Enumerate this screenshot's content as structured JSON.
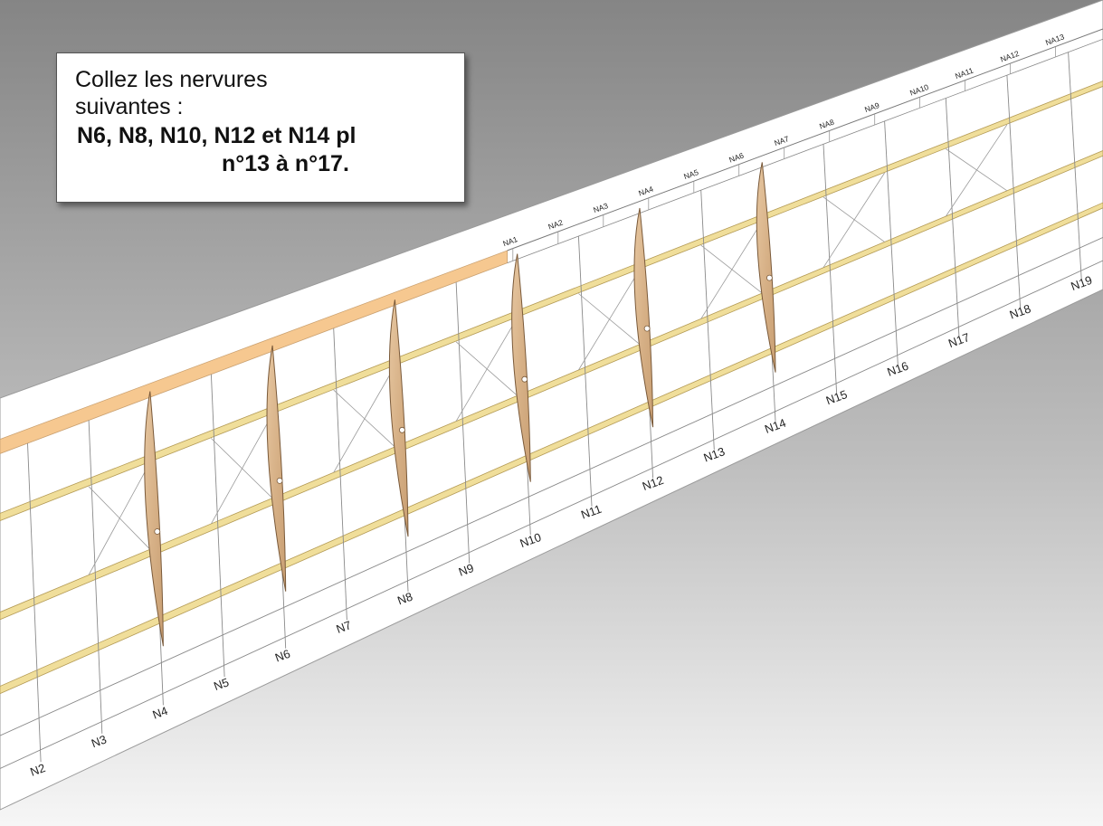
{
  "instruction": {
    "line1": "Collez les nervures",
    "line2": "suivantes :",
    "bold_line1": "N6, N8, N10, N12 et N14 pl",
    "bold_line2": "n°13 à n°17."
  },
  "rib_labels": [
    "N2",
    "N3",
    "N4",
    "N5",
    "N6",
    "N7",
    "N8",
    "N9",
    "N10",
    "N11",
    "N12",
    "N13",
    "N14",
    "N15",
    "N16",
    "N17",
    "N18",
    "N19"
  ],
  "aileron_labels": [
    "NA1",
    "NA2",
    "NA3",
    "NA4",
    "NA5",
    "NA6",
    "NA7",
    "NA8",
    "NA9",
    "NA10",
    "NA11",
    "NA12",
    "NA13"
  ],
  "installed_ribs": [
    "N4",
    "N6",
    "N8",
    "N10",
    "N12",
    "N14"
  ],
  "colors": {
    "background_top": "#8a8a8a",
    "background_bottom": "#f4f4f4",
    "plan_paper": "#ffffff",
    "balsa_rib": "#d9b48a",
    "spar": "#f0de9a",
    "trailing_edge": "#f6c890"
  }
}
